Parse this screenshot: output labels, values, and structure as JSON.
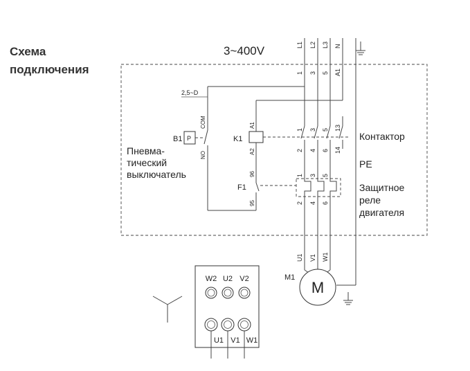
{
  "title_line1": "Схема",
  "title_line2": "подключения",
  "voltage": "3~400V",
  "supply": [
    "L1",
    "L2",
    "L3",
    "N"
  ],
  "terminal_top": [
    "1",
    "3",
    "5",
    "A1"
  ],
  "contactor": {
    "top": [
      "1",
      "3",
      "5",
      "13"
    ],
    "bottom": [
      "2",
      "4",
      "6",
      "14"
    ],
    "coil_top": "A1",
    "coil_bottom": "A2",
    "ref": "K1",
    "label": "Контактор"
  },
  "pe_label": "PE",
  "relay": {
    "top": [
      "1",
      "3",
      "5"
    ],
    "bottom": [
      "2",
      "4",
      "6"
    ],
    "ref": "F1",
    "contact_top": "96",
    "contact_bottom": "95",
    "label": [
      "Защитное",
      "реле",
      "двигателя"
    ]
  },
  "switch": {
    "setting": "2,5~D",
    "ref": "B1",
    "box": "P",
    "com": "COM",
    "no": "NO",
    "label": [
      "Пневма-",
      "тический",
      "выключатель"
    ]
  },
  "motor": {
    "ref": "M1",
    "symbol": "M",
    "terminals": [
      "U1",
      "V1",
      "W1"
    ]
  },
  "terminal_box": {
    "top": [
      "W2",
      "U2",
      "V2"
    ],
    "bottom": [
      "U1",
      "V1",
      "W1"
    ]
  }
}
